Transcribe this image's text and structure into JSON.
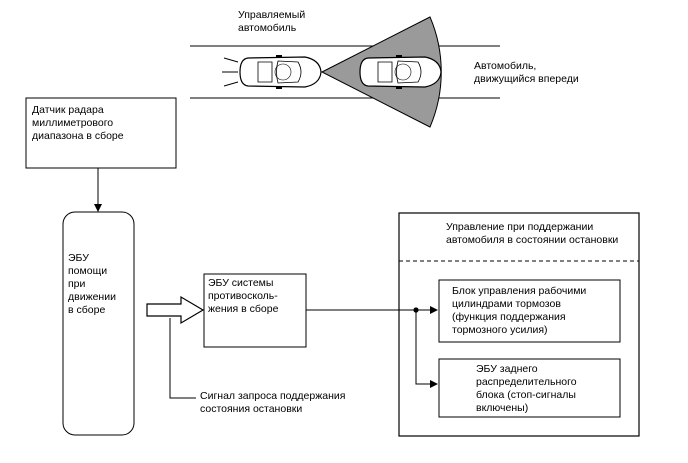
{
  "vehicles": {
    "own": [
      "Управляемый",
      "автомобиль"
    ],
    "ahead": [
      "Автомобиль,",
      "движущийся впереди"
    ]
  },
  "blocks": {
    "radar": [
      "Датчик радара",
      "миллиметрового",
      "диапазона в сборе"
    ],
    "drive_assist_ecu": [
      "ЭБУ",
      "помощи",
      "при",
      "движении",
      "в сборе"
    ],
    "pcs_ecu": [
      "ЭБУ системы",
      "противосколь-",
      "жения в сборе"
    ],
    "hold_control": [
      "Управление при поддержании",
      "автомобиля в состоянии остановки"
    ],
    "brake_actuator": [
      "Блок управления рабочими",
      "цилиндрами тормозов",
      "(функция поддержания",
      "тормозного усилия)"
    ],
    "rear_ecu": [
      "ЭБУ заднего",
      "распределительного",
      "блока (стоп-сигналы",
      "включены)"
    ]
  },
  "signal_label": [
    "Сигнал запроса поддержания",
    "состояния остановки"
  ]
}
